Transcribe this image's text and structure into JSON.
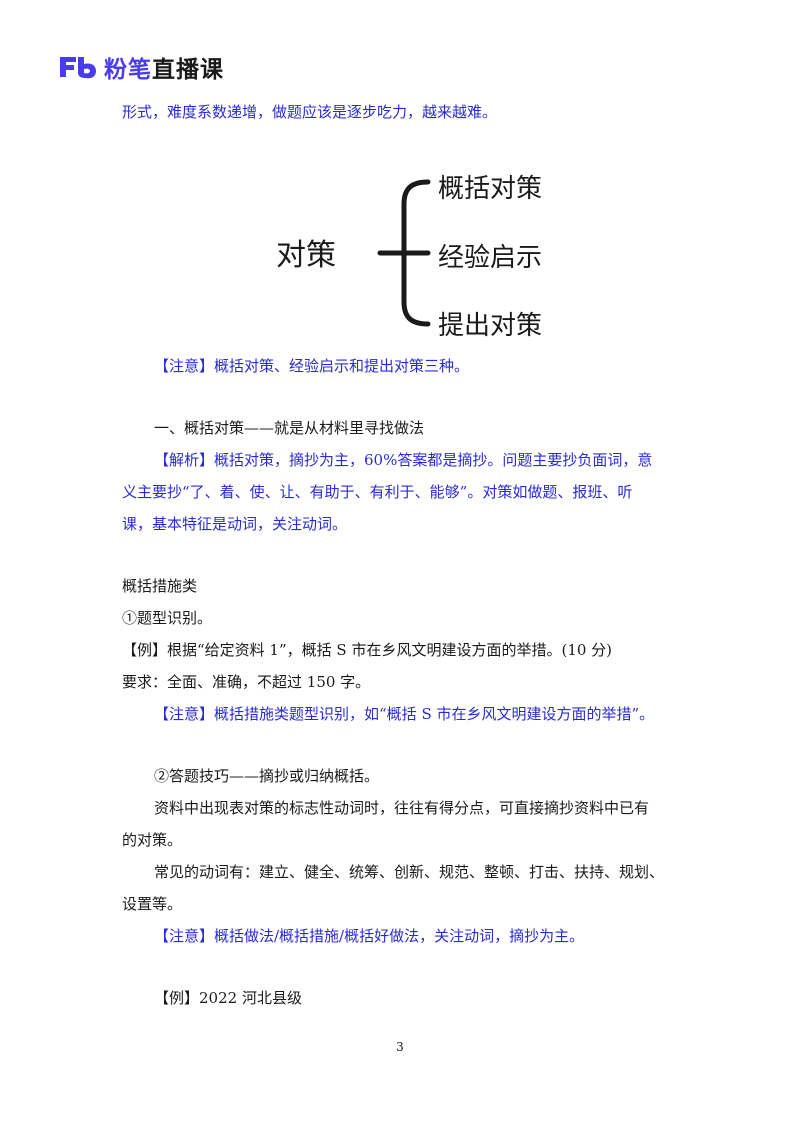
{
  "header": {
    "logo_icon": "fenbi-logo-icon",
    "brand": "粉笔",
    "product": "直播课"
  },
  "diagram": {
    "root": "对策",
    "branches": [
      "概括对策",
      "经验启示",
      "提出对策"
    ]
  },
  "lines": {
    "l1": "形式，难度系数递增，做题应该是逐步吃力，越来越难。",
    "l2": "【注意】概括对策、经验启示和提出对策三种。",
    "l3": "一、概括对策——就是从材料里寻找做法",
    "l4": "【解析】概括对策，摘抄为主，60%答案都是摘抄。问题主要抄负面词，意",
    "l5": "义主要抄“了、着、使、让、有助于、有利于、能够”。对策如做题、报班、听",
    "l6": "课，基本特征是动词，关注动词。",
    "l7": "概括措施类",
    "l8": "①题型识别。",
    "l9": "【例】根据“给定资料 1”，概括 S 市在乡风文明建设方面的举措。(10 分)",
    "l10": "要求：全面、准确，不超过 150 字。",
    "l11": "【注意】概括措施类题型识别，如“概括 S 市在乡风文明建设方面的举措”。",
    "l12": "②答题技巧——摘抄或归纳概括。",
    "l13": "资料中出现表对策的标志性动词时，往往有得分点，可直接摘抄资料中已有",
    "l14": "的对策。",
    "l15": "常见的动词有：建立、健全、统筹、创新、规范、整顿、打击、扶持、规划、",
    "l16": "设置等。",
    "l17": "【注意】概括做法/概括措施/概括好做法，关注动词，摘抄为主。",
    "l18": "【例】2022 河北县级"
  },
  "page_number": "3",
  "colors": {
    "blue_text": "#2b2bd6",
    "brand": "#4a3bf0"
  }
}
